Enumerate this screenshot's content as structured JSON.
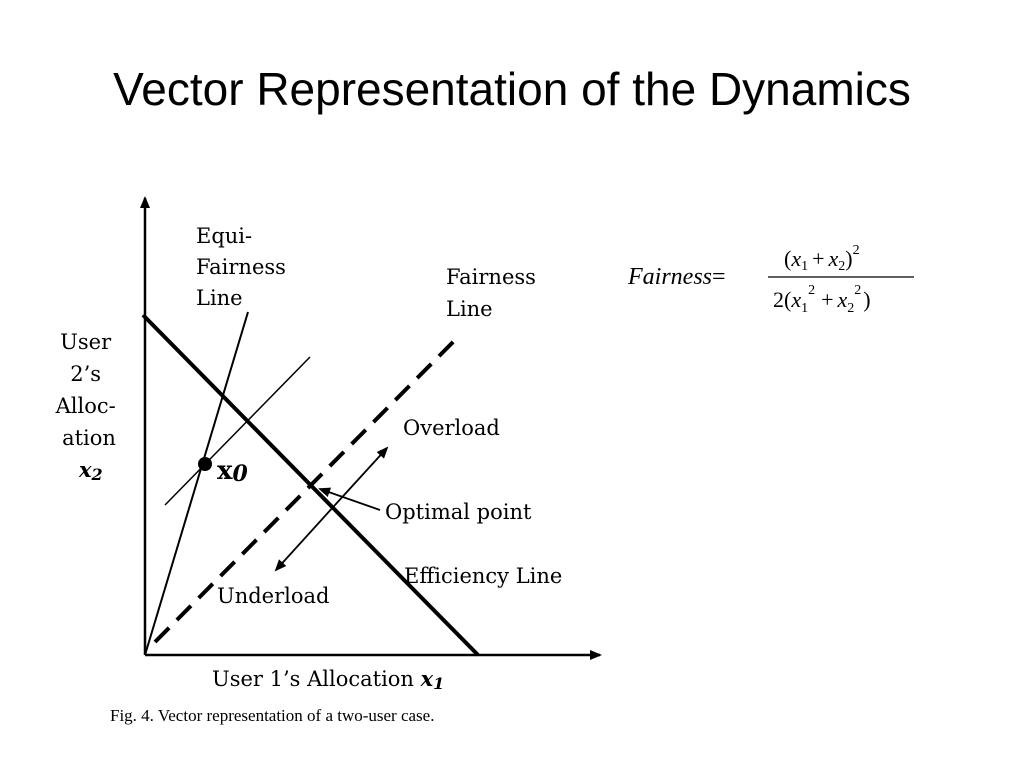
{
  "slide": {
    "title": "Vector Representation of the Dynamics"
  },
  "diagram": {
    "x_axis_label": "User 1’s Allocation",
    "x_axis_var": "x",
    "x_axis_sub": "1",
    "y_axis_label_lines": [
      "User",
      "2’s",
      "Alloc-",
      "ation"
    ],
    "y_axis_var": "x",
    "y_axis_sub": "2",
    "equi_fairness_label": [
      "Equi-",
      "Fairness",
      "Line"
    ],
    "fairness_line_label": [
      "Fairness",
      "Line"
    ],
    "overload_label": "Overload",
    "underload_label": "Underload",
    "optimal_point_label": "Optimal point",
    "efficiency_line_label": "Efficiency Line",
    "point_label": "x",
    "point_sub": "0",
    "caption": "Fig. 4. Vector representation of a two-user case."
  },
  "formula": {
    "lhs": "Fairness",
    "eq": "=",
    "num_open": "(",
    "num_x1": "x",
    "num_sub1": "1",
    "plus": "+",
    "num_x2": "x",
    "num_sub2": "2",
    "num_close": ")",
    "num_exp": "2",
    "den_coef": "2(",
    "den_x1": "x",
    "den_sub1": "1",
    "den_exp1": "2",
    "den_x2": "x",
    "den_sub2": "2",
    "den_exp2": "2",
    "den_close": ")"
  }
}
